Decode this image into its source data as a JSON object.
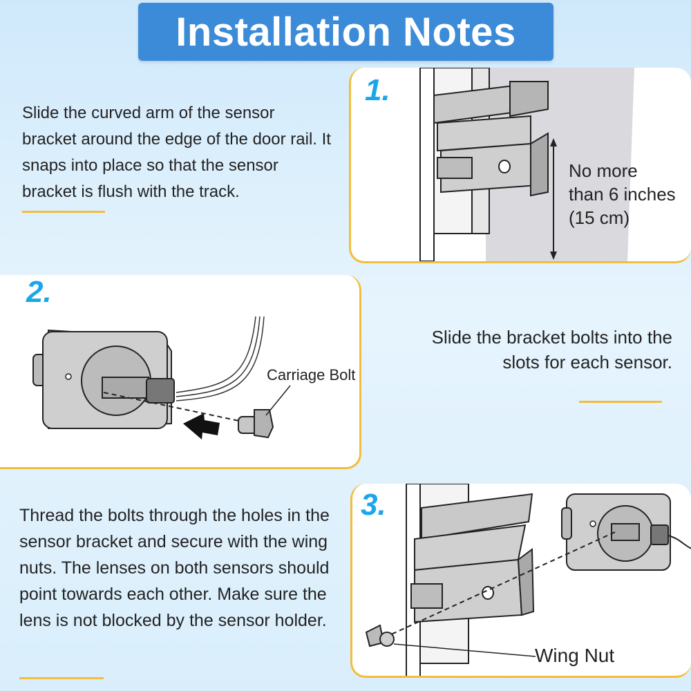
{
  "title": "Installation Notes",
  "step1": {
    "number": "1.",
    "text": "Slide the curved arm of the sensor bracket around the edge of the door rail. It snaps into place so that the sensor bracket is flush with the track.",
    "callout_line1": "No more",
    "callout_line2": "than 6 inches",
    "callout_line3": "(15 cm)"
  },
  "step2": {
    "number": "2.",
    "text_line1": "Slide the bracket bolts into the",
    "text_line2": "slots for each sensor.",
    "bolt_label": "Carriage Bolt"
  },
  "step3": {
    "number": "3.",
    "text": "Thread the bolts through the holes in the sensor bracket and secure with the wing nuts. The lenses on both sensors should point towards each other. Make sure the lens is not blocked by the sensor holder.",
    "nut_label": "Wing Nut"
  },
  "colors": {
    "title_bg": "#3b8bd8",
    "accent": "#f2bd3c",
    "step_number": "#1aa6ea"
  }
}
